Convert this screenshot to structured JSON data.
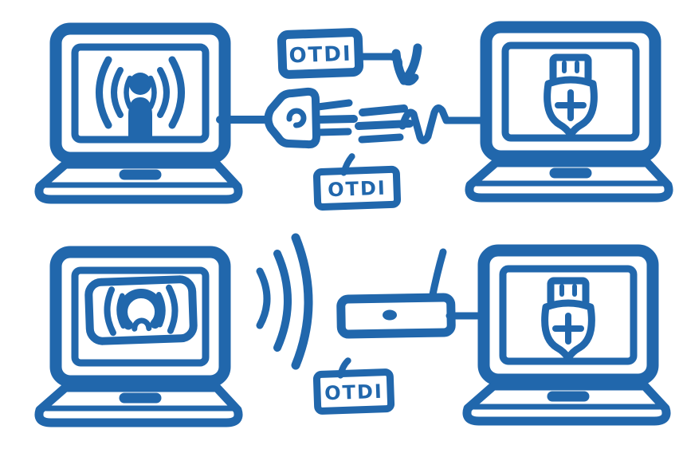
{
  "colors": {
    "ink": "#2167ac",
    "paper": "#ffffff"
  },
  "tags": {
    "top": "OTDI",
    "middle": "OTDI",
    "bottom": "OTDI"
  },
  "icons": {
    "top_left_screen": "person-signal-icon",
    "top_right_screen": "usb-shield-icon",
    "bottom_left_screen": "wifi-broadcast-icon",
    "bottom_right_screen": "usb-shield-icon",
    "wired_connector": "power-plug-icon",
    "signal_dashes": "signal-dashes-icon",
    "wired_link": "zigzag-cable-icon",
    "wireless_signal": "wifi-waves-icon",
    "network_device": "router-icon",
    "tag_pointer": "arrow-down-icon"
  }
}
